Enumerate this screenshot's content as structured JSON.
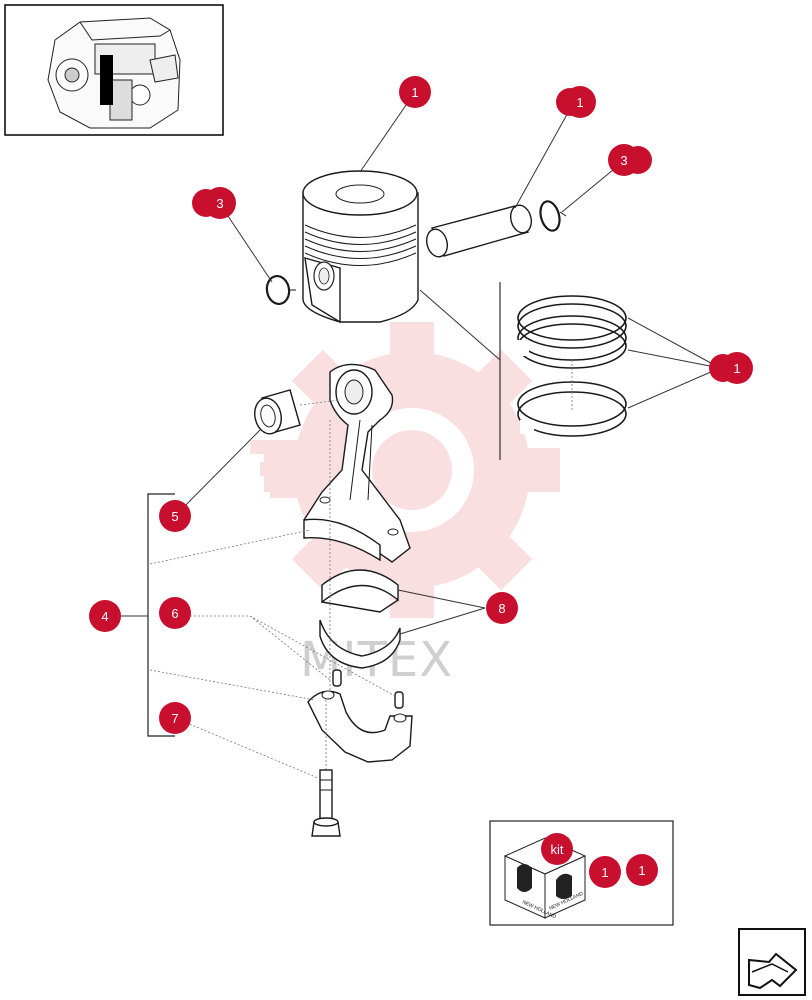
{
  "watermark": {
    "text": "MITEX",
    "color": "#f6c6c8"
  },
  "accent_color": "#c8102e",
  "callouts": {
    "piston": "1",
    "pin": "1",
    "snap_right": "3",
    "snap_left": "3",
    "rings": "1",
    "bushing": "5",
    "assembly": "4",
    "dowel": "6",
    "bolt": "7",
    "bearing": "8",
    "kit_a": "1",
    "kit_b": "1"
  },
  "kit": {
    "label": "kit",
    "brand": "NEW HOLLAND"
  },
  "nav": {
    "arrow": "next-page-arrow-icon"
  }
}
